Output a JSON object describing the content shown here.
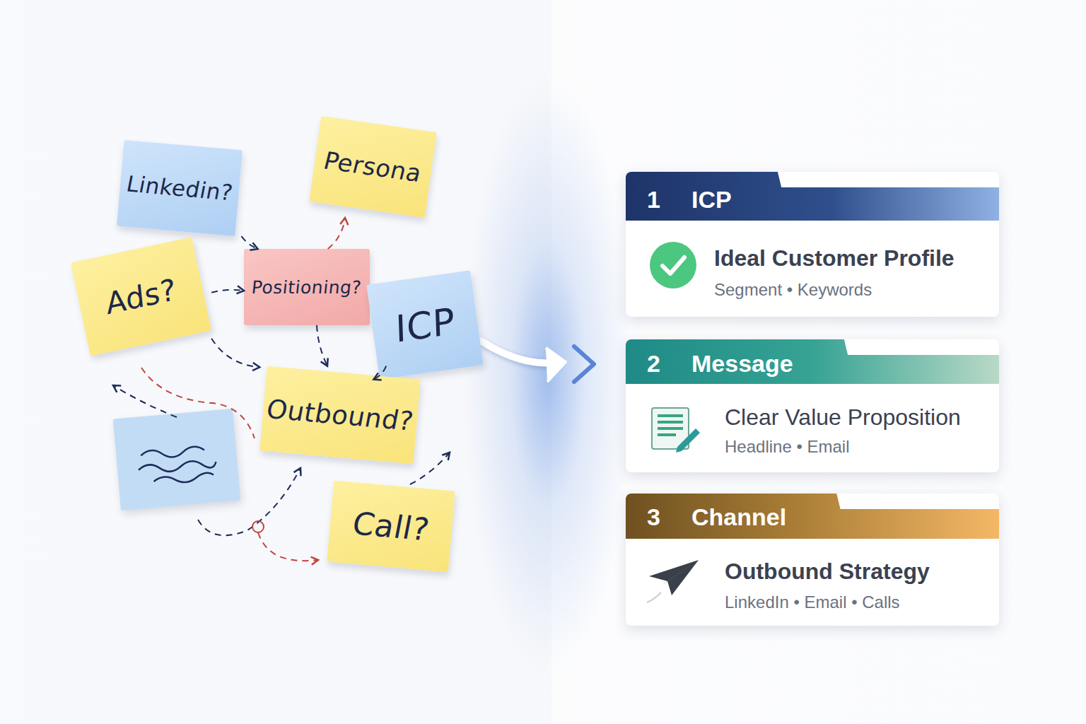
{
  "diagram": {
    "nodes": [
      {
        "text": [
          "Linkedin?"
        ]
      },
      {
        "text": [
          "Persona"
        ]
      },
      {
        "text": [
          "Ads?"
        ]
      },
      {
        "text": [
          "Positioning?"
        ]
      },
      {
        "text": [
          "ICP"
        ]
      },
      {
        "text": [
          "Outbound?"
        ]
      },
      {
        "text": [
          "Call?"
        ]
      },
      {
        "text": [
          "1",
          "ICP",
          "Ideal Customer Profile",
          "Segment • Keywords"
        ]
      },
      {
        "text": [
          "2",
          "Message",
          "Clear Value Proposition",
          "Headline • Email"
        ]
      },
      {
        "text": [
          "3",
          "Channel",
          "Outbound Strategy",
          "LinkedIn • Email • Calls"
        ]
      }
    ],
    "edges": [
      {
        "from": 0,
        "to": 3,
        "arrow": "to"
      },
      {
        "from": 2,
        "to": 3,
        "arrow": "to"
      },
      {
        "from": 3,
        "to": 1,
        "arrow": "to"
      },
      {
        "from": 3,
        "to": 5,
        "arrow": "to"
      },
      {
        "from": 5,
        "to": 4,
        "arrow": "to"
      },
      {
        "from": 2,
        "to": 5,
        "arrow": "to"
      }
    ]
  }
}
